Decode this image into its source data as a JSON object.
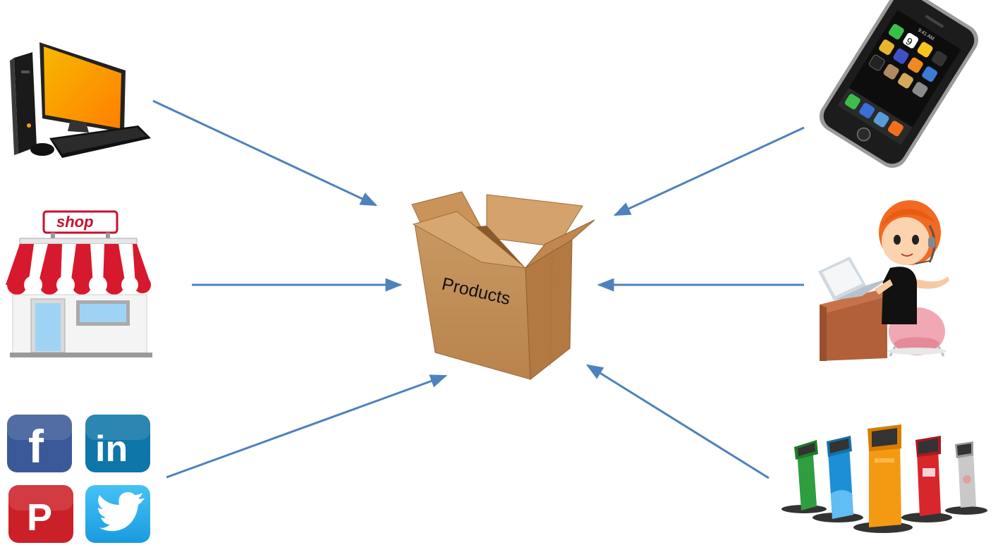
{
  "center": {
    "label": "Products"
  },
  "shop": {
    "sign_text": "shop"
  },
  "social": {
    "facebook_glyph": "f",
    "linkedin_glyph": "in",
    "pinterest_glyph": "P"
  },
  "phone": {
    "status_time": "9:41 AM",
    "calendar_day": "9"
  },
  "colors": {
    "arrow": "#4f81bd",
    "box": "#c8955e",
    "monitor_screen": "#f5a30a",
    "awning_red": "#d7192d",
    "facebook": "#3b5998",
    "linkedin": "#0e76a8",
    "pinterest": "#cb2027",
    "twitter": "#1da1f2",
    "kiosk_green": "#2e9e3e",
    "kiosk_blue": "#1c8fd6",
    "kiosk_orange": "#f39a12",
    "kiosk_red": "#d9262b",
    "kiosk_silver": "#c9c9c9"
  }
}
